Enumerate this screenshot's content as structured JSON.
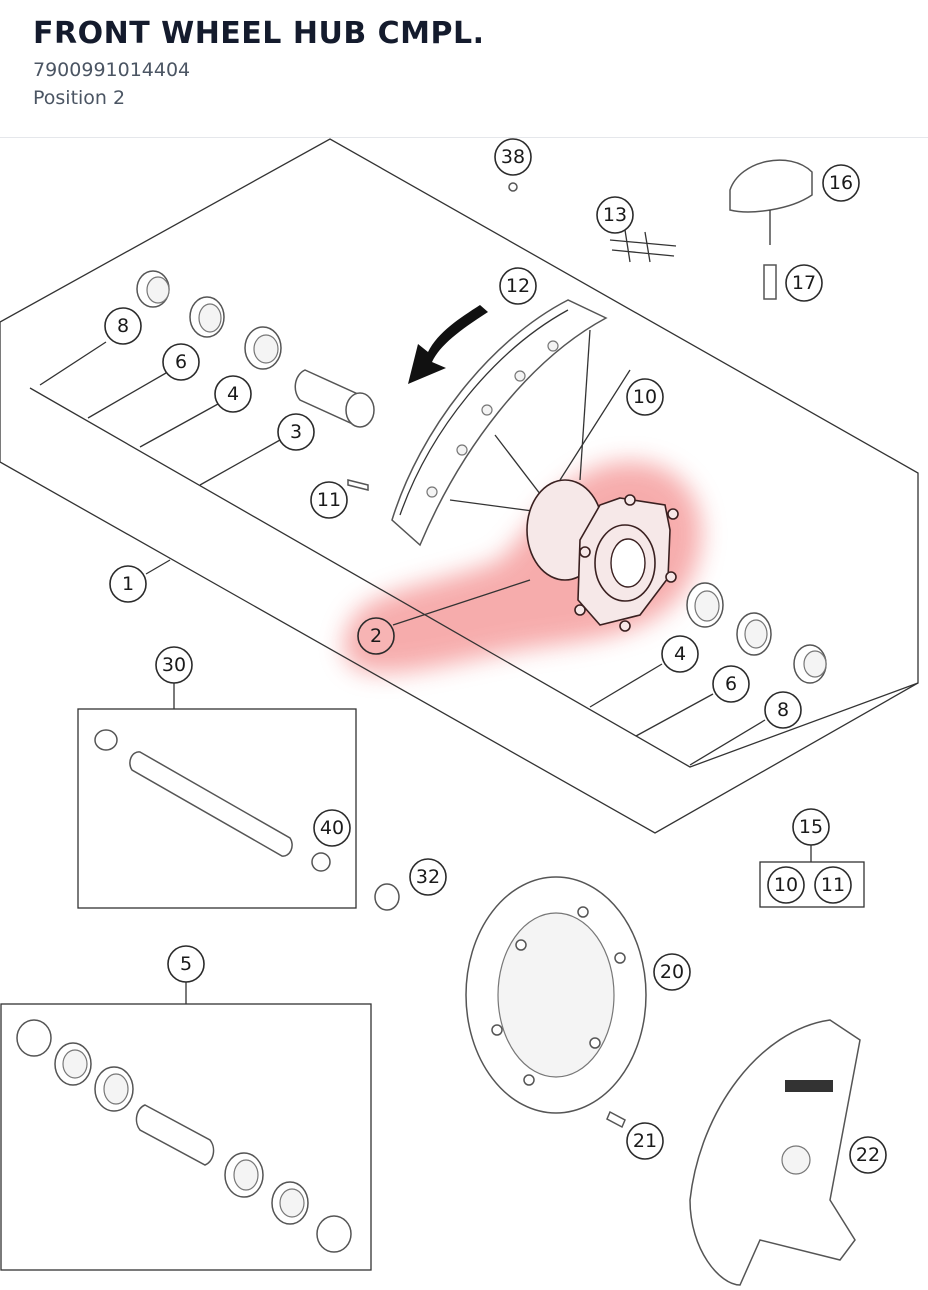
{
  "header": {
    "title": "FRONT WHEEL HUB CMPL.",
    "part_number": "7900991014404",
    "position": "Position 2"
  },
  "colors": {
    "highlight": "#f06a6a",
    "line": "#333333",
    "title": "#141b2d",
    "subtitle": "#4b5563"
  },
  "callouts": {
    "c38": "38",
    "c16": "16",
    "c13": "13",
    "c17": "17",
    "c12": "12",
    "c8a": "8",
    "c6a": "6",
    "c4a": "4",
    "c3": "3",
    "c10a": "10",
    "c11a": "11",
    "c1": "1",
    "c2": "2",
    "c4b": "4",
    "c6b": "6",
    "c8b": "8",
    "c30": "30",
    "c40": "40",
    "c32": "32",
    "c15": "15",
    "c10b": "10",
    "c11b": "11",
    "c5": "5",
    "c20": "20",
    "c21": "21",
    "c22": "22"
  },
  "highlighted_position": "2"
}
